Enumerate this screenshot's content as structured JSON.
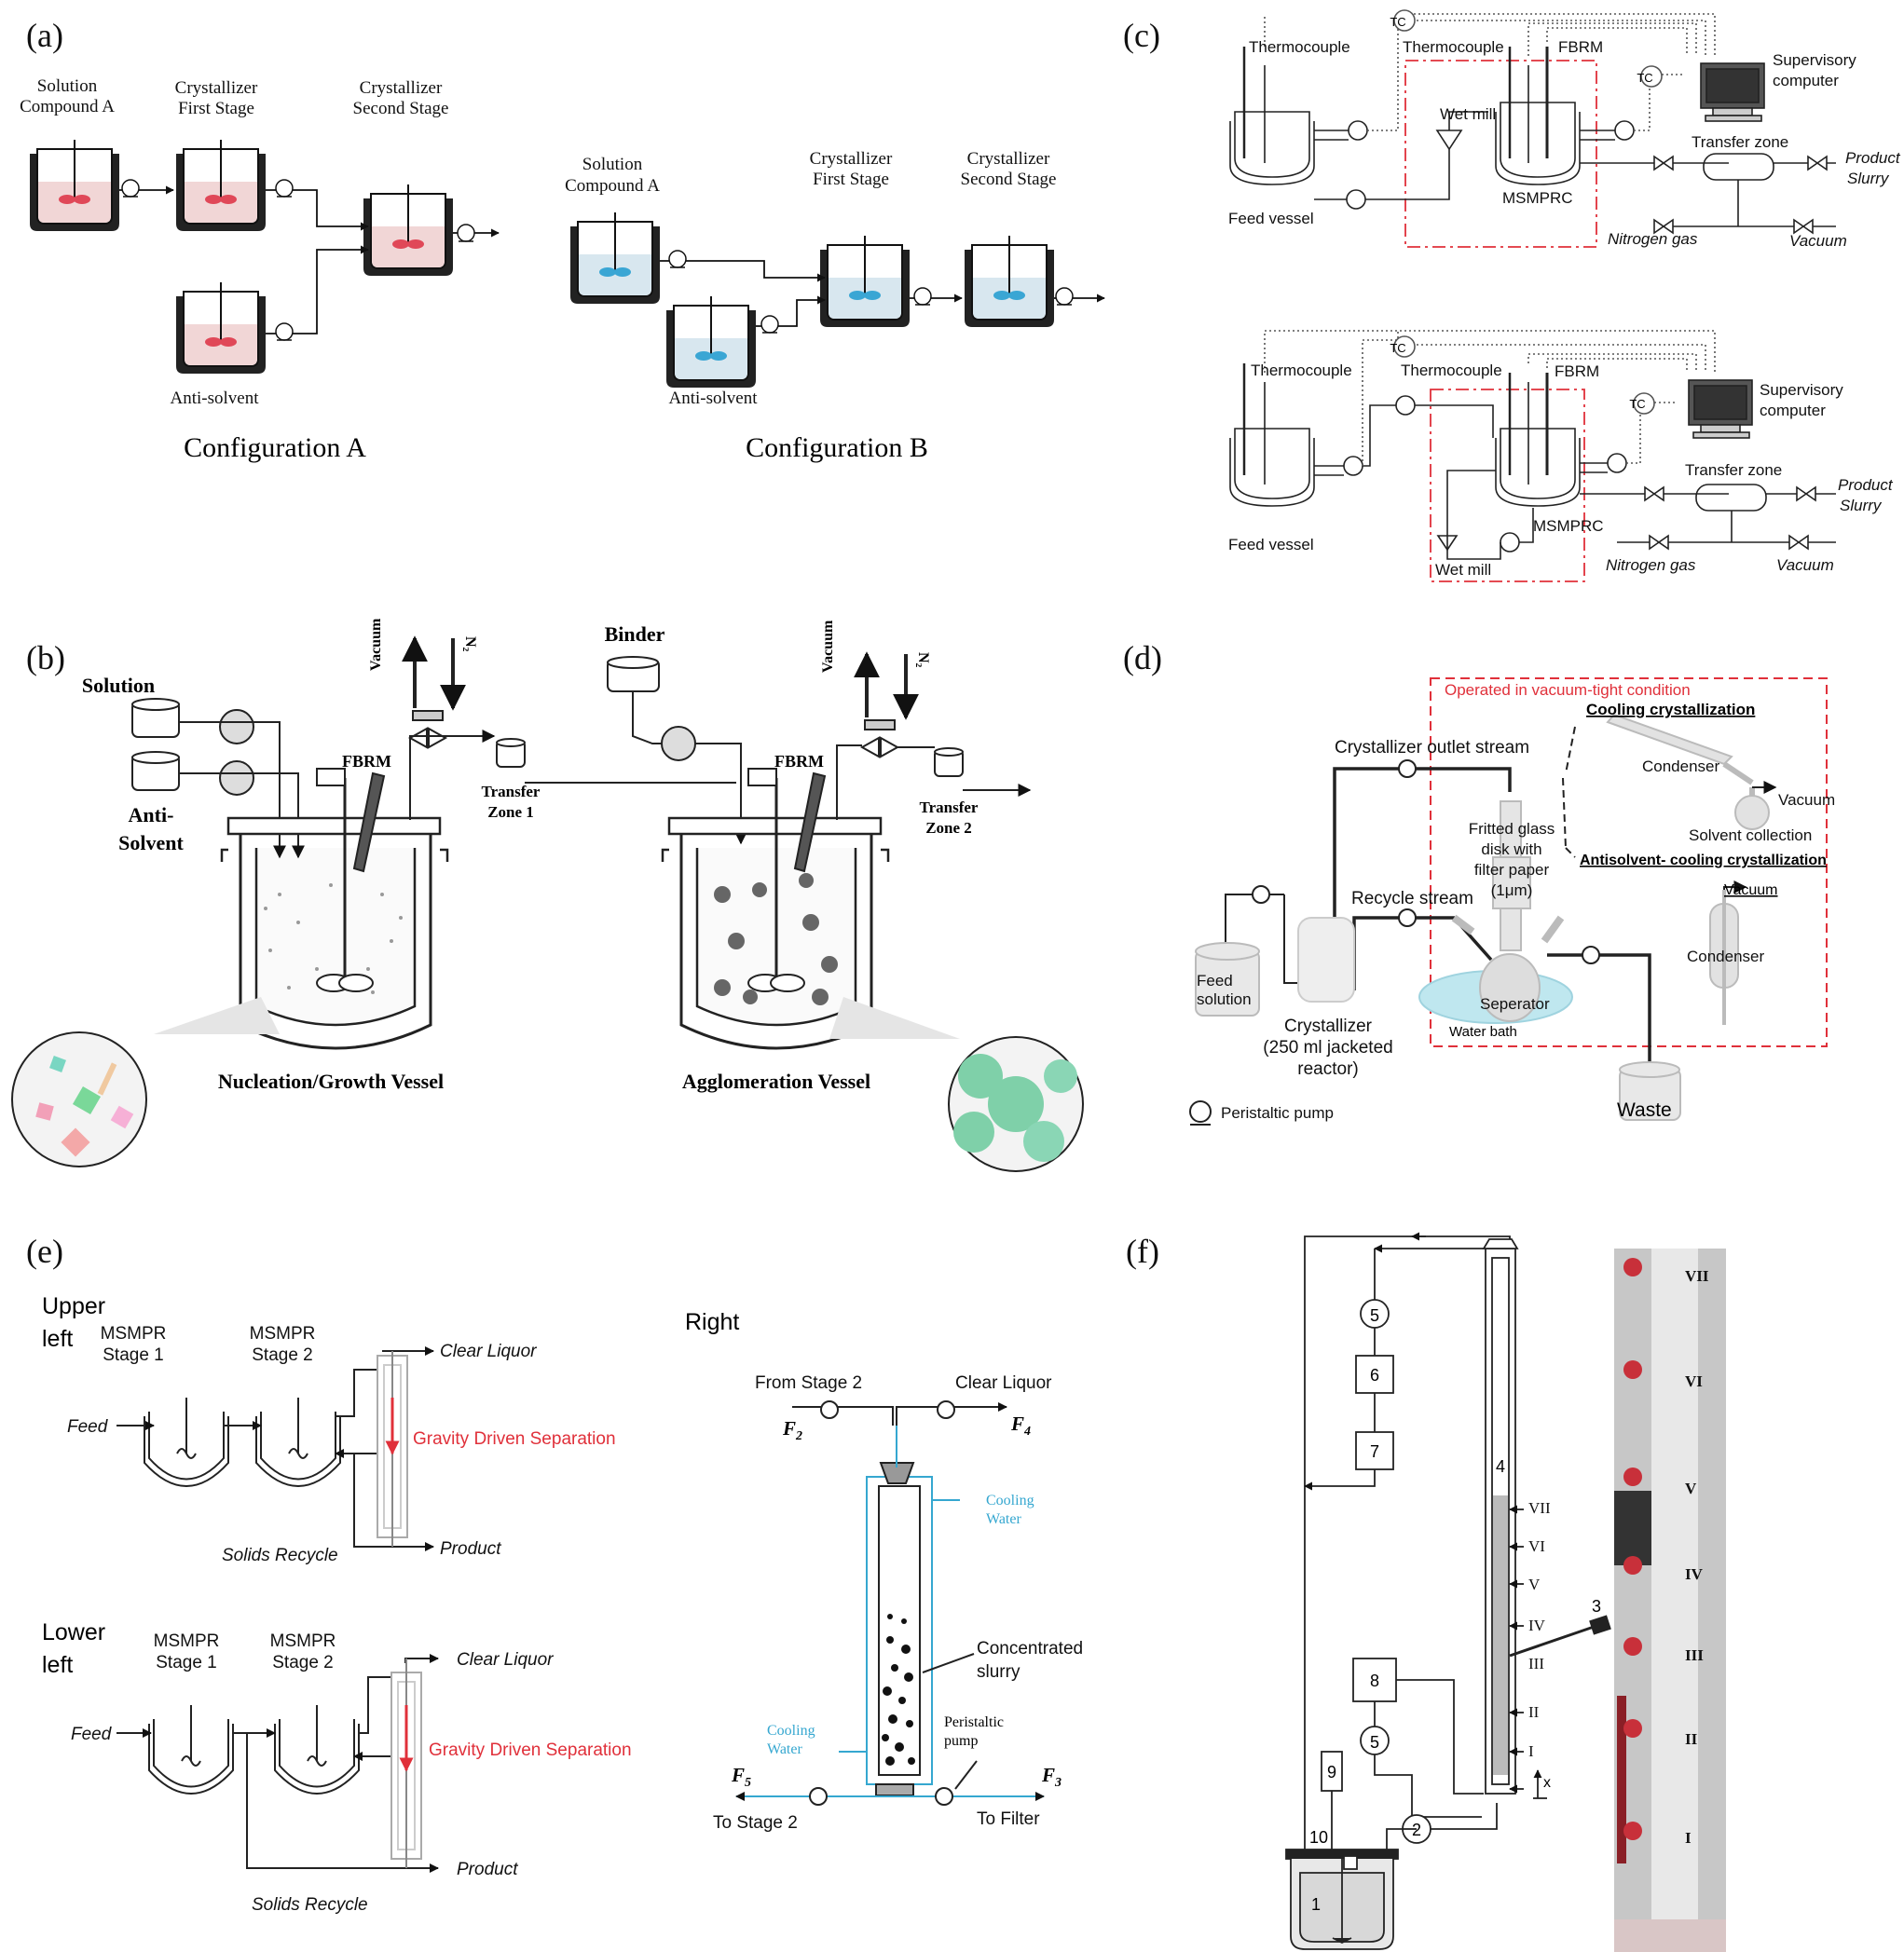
{
  "panels": {
    "a": {
      "label": "(a)",
      "cfgA": {
        "solution": [
          "Solution",
          "Compound A"
        ],
        "first": [
          "Crystallizer",
          "First Stage"
        ],
        "second": [
          "Crystallizer",
          "Second Stage"
        ],
        "anti": "Anti-solvent",
        "title": "Configuration A"
      },
      "cfgB": {
        "solution": [
          "Solution",
          "Compound A"
        ],
        "first": [
          "Crystallizer",
          "First Stage"
        ],
        "second": [
          "Crystallizer",
          "Second Stage"
        ],
        "anti": "Anti-solvent",
        "title": "Configuration B"
      }
    },
    "b": {
      "label": "(b)",
      "solution": "Solution",
      "anti": [
        "Anti-",
        "Solvent"
      ],
      "vacuum": "Vacuum",
      "n2": "N₂",
      "fbrm": "FBRM",
      "binder": "Binder",
      "tz1": [
        "Transfer",
        "Zone 1"
      ],
      "tz2": [
        "Transfer",
        "Zone 2"
      ],
      "vessel1": "Nucleation/Growth Vessel",
      "vessel2": "Agglomeration Vessel"
    },
    "c": {
      "label": "(c)",
      "thermo": "Thermocouple",
      "tc": "TC",
      "fbrm": "FBRM",
      "supervisory": [
        "Supervisory",
        "computer"
      ],
      "wetmill": "Wet mill",
      "transfer": "Transfer zone",
      "product": [
        "Product",
        "Slurry"
      ],
      "feed": "Feed vessel",
      "msmprc": "MSMPRC",
      "nitrogen": "Nitrogen gas",
      "vacuum": "Vacuum"
    },
    "d": {
      "label": "(d)",
      "vacuum_tight": "Operated in vacuum-tight condition",
      "cooling": "Cooling crystallization",
      "condenser": "Condenser",
      "vacuum": "Vacuum",
      "solvent": "Solvent collection",
      "anti_cooling": "Antisolvent- cooling crystallization",
      "outlet": "Crystallizer outlet stream",
      "fritted": [
        "Fritted glass",
        "disk with",
        "filter paper",
        "(1μm)"
      ],
      "recycle": "Recycle stream",
      "feed": [
        "Feed",
        "solution"
      ],
      "crystallizer": [
        "Crystallizer",
        "(250 ml jacketed",
        "reactor)"
      ],
      "separator": "Seperator",
      "waterbath": "Water bath",
      "waste": "Waste",
      "pump": "Peristaltic pump"
    },
    "e": {
      "label": "(e)",
      "upper": [
        "Upper",
        "left"
      ],
      "lower": [
        "Lower",
        "left"
      ],
      "right": "Right",
      "stage1": [
        "MSMPR",
        "Stage 1"
      ],
      "stage2": [
        "MSMPR",
        "Stage 2"
      ],
      "feed": "Feed",
      "clear": "Clear Liquor",
      "gravity": "Gravity Driven Separation",
      "product": "Product",
      "solids": "Solids Recycle",
      "from2": "From Stage 2",
      "clear2": "Clear Liquor",
      "f2": "F",
      "f4": "F",
      "f5": "F",
      "f3": "F",
      "sub2": "2",
      "sub4": "4",
      "sub5": "5",
      "sub3": "3",
      "cooling": [
        "Cooling",
        "Water"
      ],
      "slurry": [
        "Concentrated",
        "slurry"
      ],
      "peristaltic": [
        "Peristaltic",
        "pump"
      ],
      "to2": "To Stage 2",
      "tofilter": "To Filter"
    },
    "f": {
      "label": "(f)",
      "n5a": "5",
      "n6": "6",
      "n7": "7",
      "n4": "4",
      "n3": "3",
      "n8": "8",
      "n5b": "5",
      "n9": "9",
      "n10": "10",
      "n1": "1",
      "n2": "2",
      "x": "x",
      "roman": [
        "VII",
        "VI",
        "V",
        "IV",
        "III",
        "II",
        "I"
      ]
    }
  }
}
